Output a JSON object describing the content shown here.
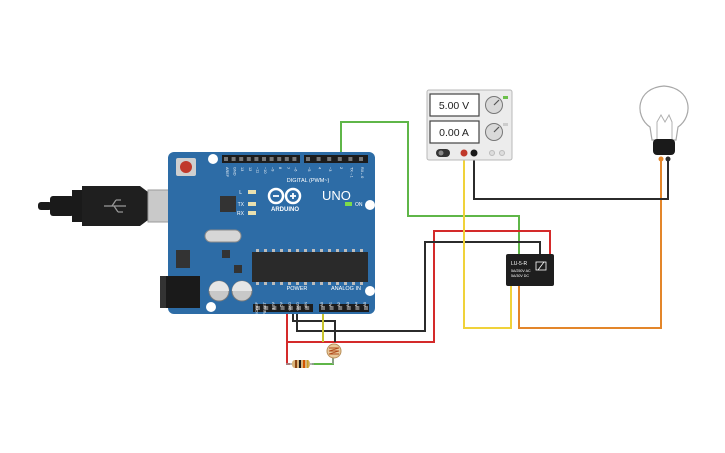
{
  "arduino": {
    "brand": "ARDUINO",
    "model": "UNO",
    "digital_label": "DIGITAL (PWM~)",
    "power_label": "POWER",
    "analog_label": "ANALOG IN",
    "on_label": "ON",
    "led_l": "L",
    "led_tx": "TX",
    "led_rx": "RX",
    "analog_pins": [
      "A0",
      "A1",
      "A2",
      "A3",
      "A4",
      "A5"
    ],
    "power_pins": [
      "IOREF",
      "RESET",
      "3.3V",
      "5V",
      "GND",
      "GND",
      "VIN"
    ],
    "digital_pins": [
      "AREF",
      "GND",
      "13",
      "12",
      "~11",
      "~10",
      "~9",
      "8",
      "7",
      "~6",
      "~5",
      "4",
      "~3",
      "2",
      "TX→1",
      "RX←0"
    ]
  },
  "power_supply": {
    "voltage": "5.00 V",
    "current": "0.00 A"
  },
  "relay": {
    "label": "LU-5-R",
    "specs": [
      "5A/250V AC",
      "5A/30V DC"
    ]
  },
  "colors": {
    "wire_green": "#5fb648",
    "wire_red": "#d42a2a",
    "wire_black": "#2b2b2b",
    "wire_yellow": "#f0d23a",
    "wire_orange": "#e3862a",
    "board_blue": "#2d6ca6"
  }
}
